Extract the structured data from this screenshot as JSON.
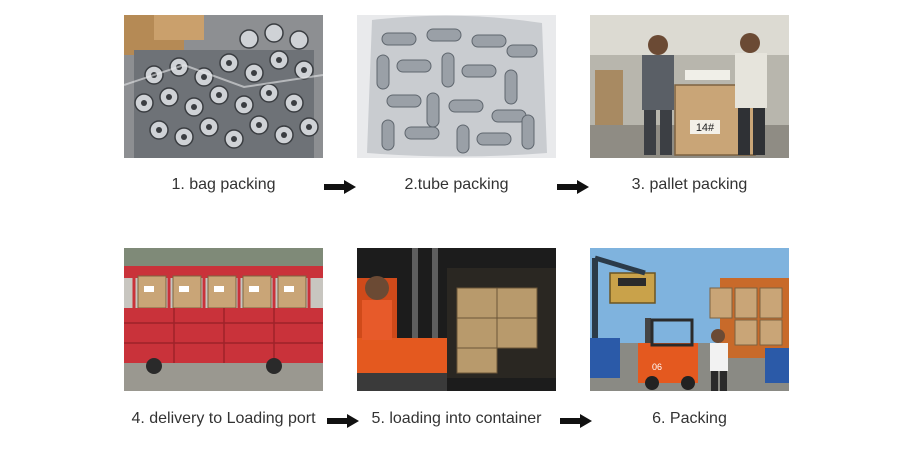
{
  "steps": [
    {
      "caption": "1. bag packing"
    },
    {
      "caption": "2.tube packing"
    },
    {
      "caption": "3. pallet packing"
    },
    {
      "caption": "4. delivery to Loading port"
    },
    {
      "caption": "5. loading into container"
    },
    {
      "caption": "6. Packing"
    }
  ],
  "photo_text": {
    "pallet_label": "14#",
    "forklift_number": "06"
  },
  "icons": {
    "arrow": "right-arrow-icon"
  },
  "colors": {
    "caption_text": "#333333",
    "arrow": "#111111",
    "truck_red": "#c9323a",
    "forklift_orange": "#e4591f"
  }
}
